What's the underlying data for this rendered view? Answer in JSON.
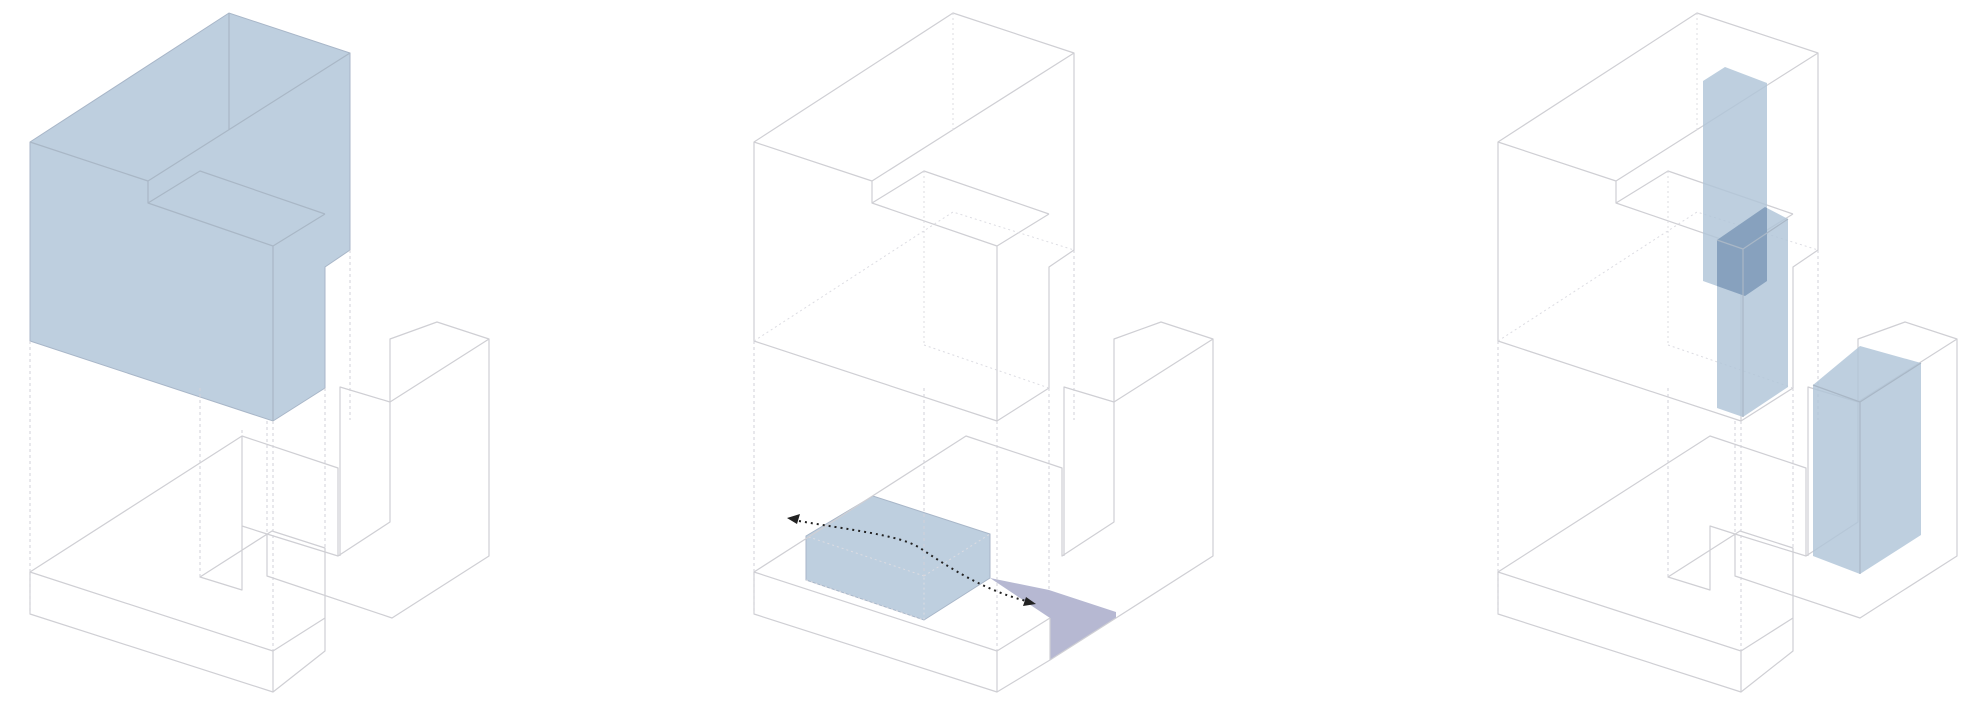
{
  "diagrams": [
    {
      "id": "volume",
      "highlight": "upper-volume"
    },
    {
      "id": "circulation",
      "highlight": "ground-floor-passage"
    },
    {
      "id": "cores",
      "highlight": "vertical-cores"
    }
  ],
  "colors": {
    "fill_primary": "#b0c4d8",
    "fill_overlap": "#7f9ab9",
    "fill_passage": "#a9acca",
    "outline": "#cfcfd4",
    "arrow": "#222222"
  }
}
